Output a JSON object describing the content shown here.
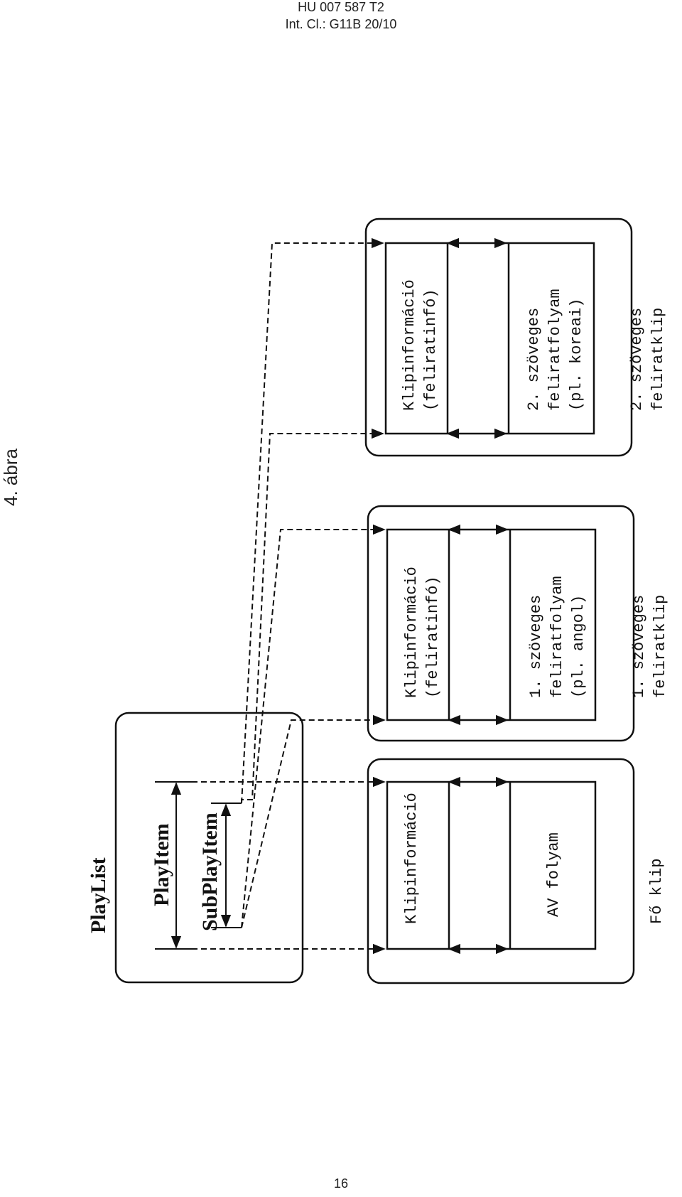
{
  "header": {
    "patent_number": "HU 007 587 T2",
    "classification": "Int. Cl.: G11B 20/10"
  },
  "figure_label": "4. ábra",
  "page_number": "16",
  "playlist": {
    "title": "PlayList",
    "play_item": "PlayItem",
    "sub_play_item": "SubPlayItem"
  },
  "clips": [
    {
      "info": "Klipinformáció",
      "info_sub": "",
      "stream_lines": [
        "AV folyam"
      ],
      "caption_lines": [
        "Fő klip"
      ]
    },
    {
      "info": "Klipinformáció",
      "info_sub": "(feliratinfó)",
      "stream_lines": [
        "1. szöveges",
        "feliratfolyam",
        "(pl. angol)"
      ],
      "caption_lines": [
        "1. szöveges",
        "feliratklip"
      ]
    },
    {
      "info": "Klipinformáció",
      "info_sub": "(feliratinfó)",
      "stream_lines": [
        "2. szöveges",
        "feliratfolyam",
        "(pl. koreai)"
      ],
      "caption_lines": [
        "2. szöveges",
        "feliratklip"
      ]
    }
  ]
}
